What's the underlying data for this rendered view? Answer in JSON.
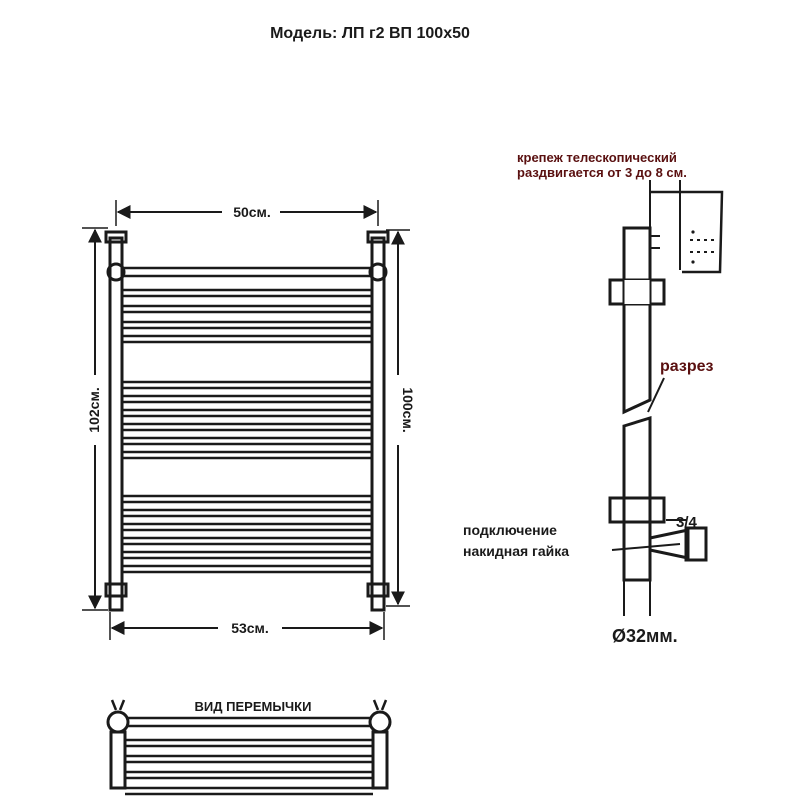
{
  "title": "Модель: ЛП г2 ВП 100х50",
  "front_view": {
    "width_top": "50см.",
    "width_bottom": "53см.",
    "height_left": "102см.",
    "height_right": "100см."
  },
  "side_view": {
    "mount_note_line1": "крепеж телескопический",
    "mount_note_line2": "раздвигается от 3 до 8 см.",
    "cut_label": "разрез",
    "thread_label": "3/4",
    "connection_line1": "подключение",
    "connection_line2": "накидная гайка",
    "diameter": "Ø32мм."
  },
  "jumper_view": {
    "label": "ВИД ПЕРЕМЫЧКИ"
  },
  "colors": {
    "line": "#1a1a1a",
    "annotation": "#5a1010"
  }
}
